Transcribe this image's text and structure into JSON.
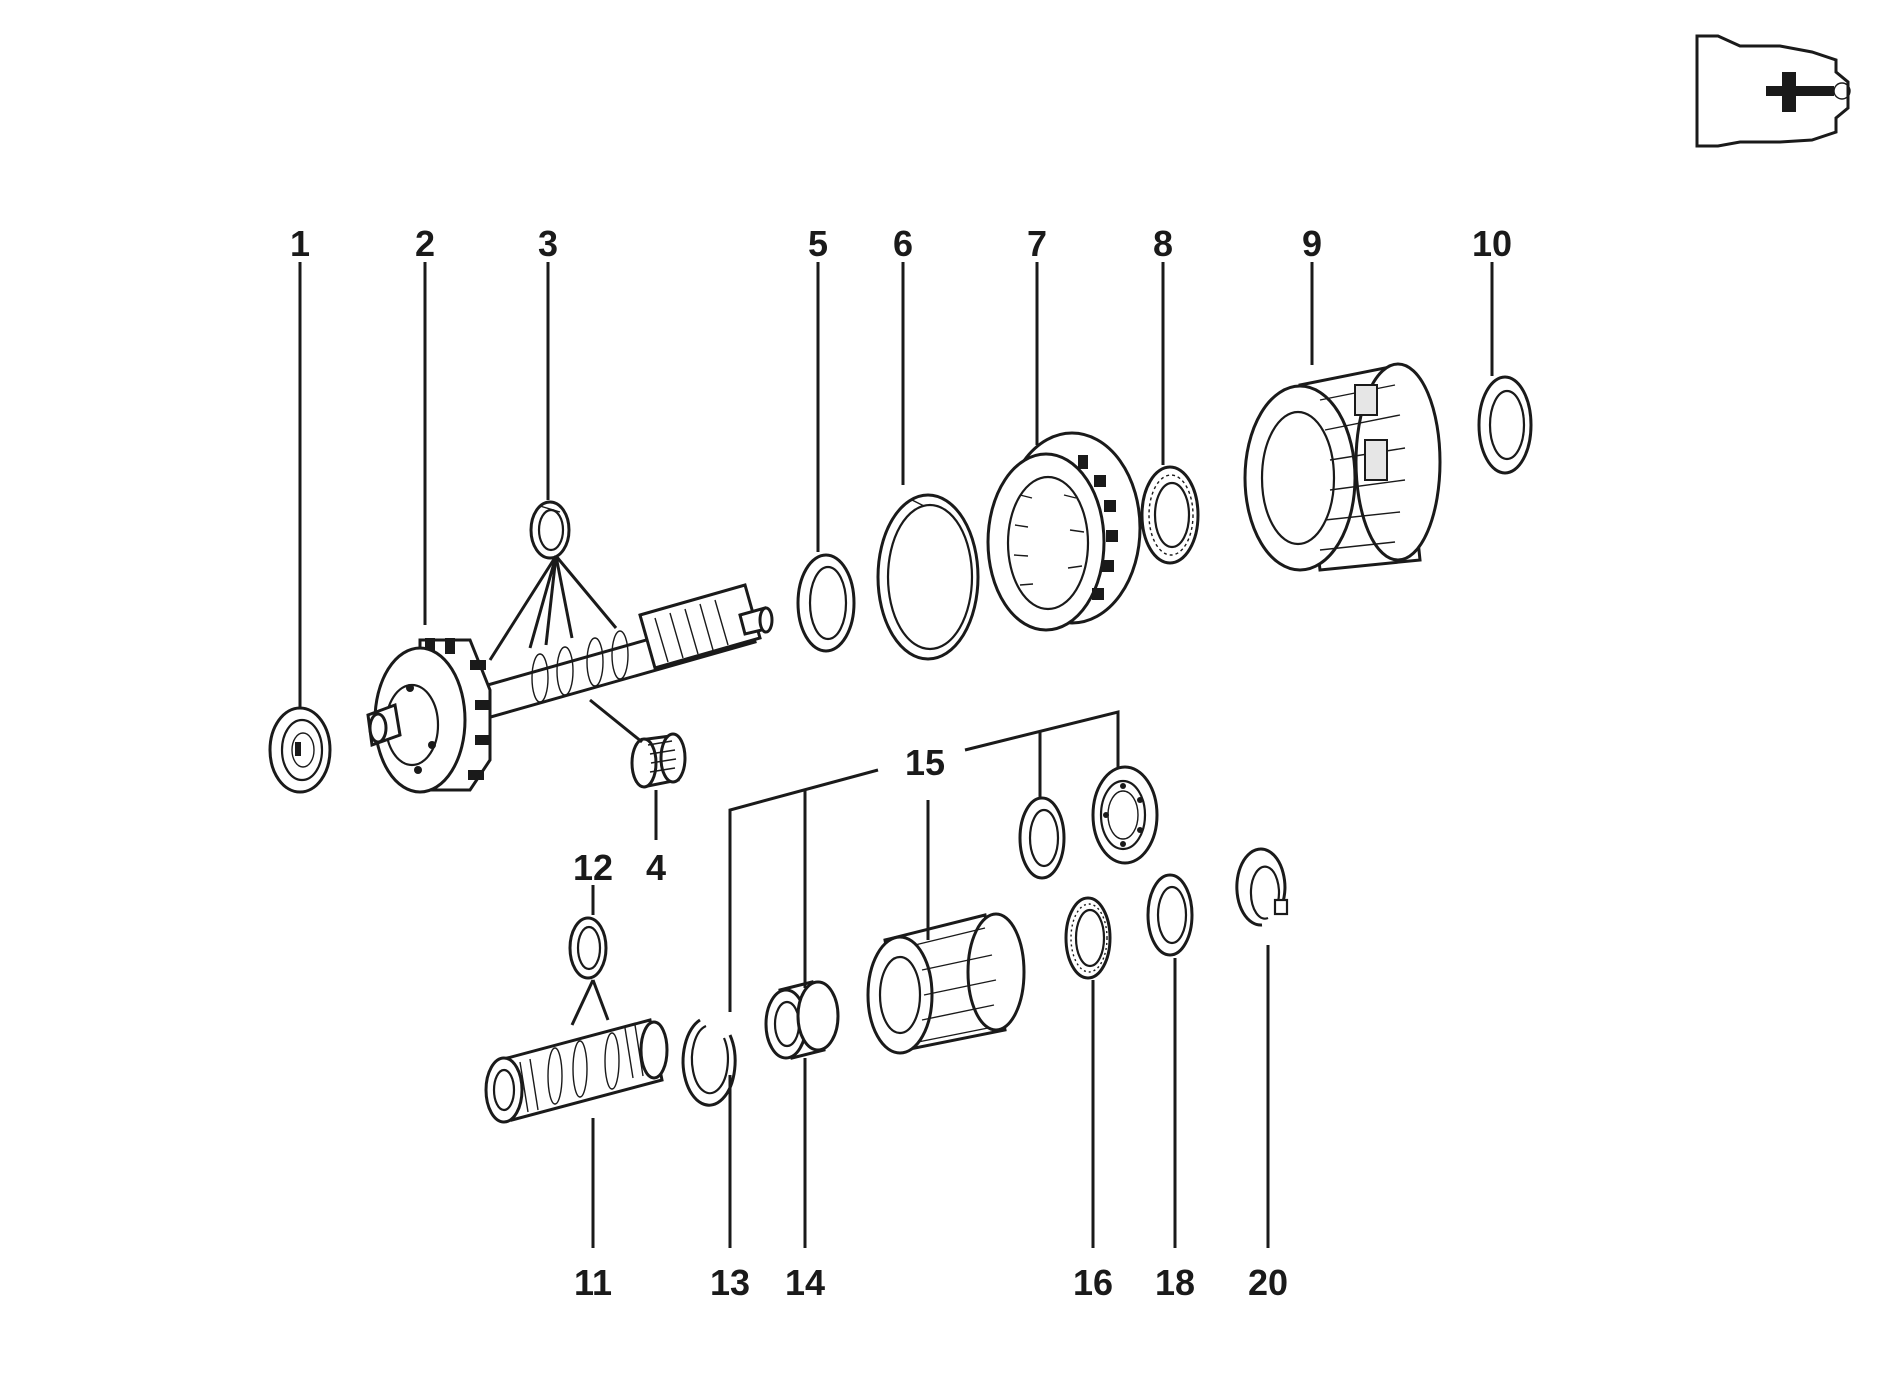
{
  "diagram": {
    "labels": [
      "1",
      "2",
      "3",
      "4",
      "5",
      "6",
      "7",
      "8",
      "9",
      "10",
      "11",
      "12",
      "13",
      "14",
      "15",
      "16",
      "18",
      "20"
    ],
    "orientation_icon": "gearbox-orientation-icon"
  }
}
